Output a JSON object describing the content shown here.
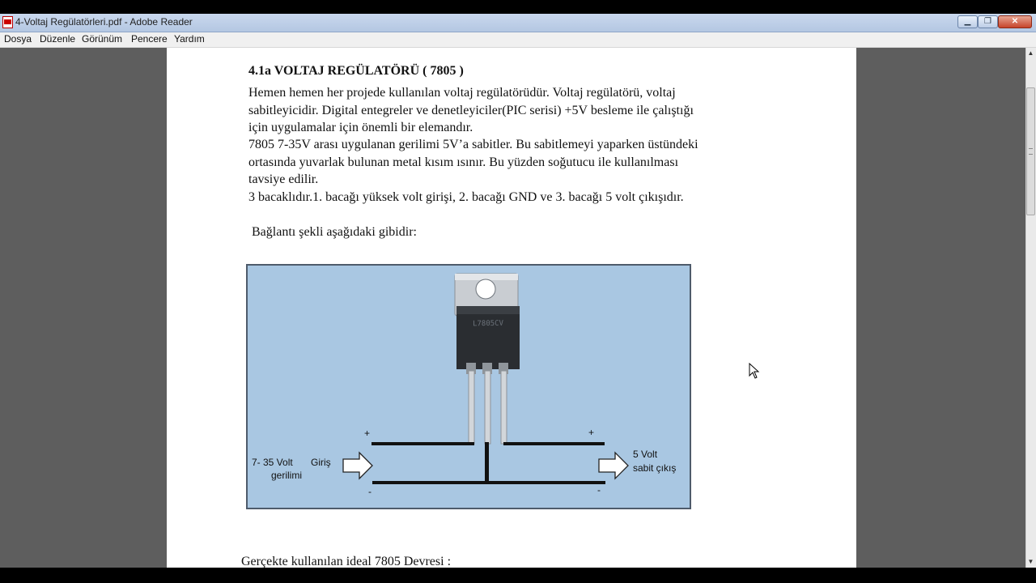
{
  "window": {
    "title": "4-Voltaj Regülatörleri.pdf - Adobe Reader",
    "min_symbol": "▁",
    "max_symbol": "❐",
    "close_symbol": "✕"
  },
  "menu": [
    "Dosya",
    "Düzenle",
    "Görünüm",
    "Pencere",
    "Yardım"
  ],
  "document": {
    "heading": "4.1a VOLTAJ REGÜLATÖRÜ ( 7805 )",
    "paragraph_lines": [
      "Hemen hemen her projede kullanılan voltaj regülatörüdür. Voltaj regülatörü, voltaj",
      "sabitleyicidir. Digital entegreler ve denetleyiciler(PIC serisi) +5V besleme ile çalıştığı",
      "için uygulamalar için önemli bir elemandır.",
      "7805  7-35V arası uygulanan gerilimi 5V’a sabitler. Bu sabitlemeyi yaparken üstündeki",
      "ortasında yuvarlak bulunan metal kısım ısınır. Bu yüzden soğutucu ile kullanılması",
      "tavsiye edilir.",
      "3 bacaklıdır.1. bacağı yüksek volt girişi, 2. bacağı GND ve 3. bacağı 5 volt çıkışıdır."
    ],
    "connection_text": "Bağlantı şekli aşağıdaki gibidir:",
    "ideal_text": "Gerçekte kullanılan ideal 7805 Devresi :"
  },
  "diagram": {
    "chip_marking": "L7805CV",
    "input_label_line1": "7- 35 Volt",
    "input_label_line2": "gerilimi",
    "input_word": "Giriş",
    "output_label_line1": "5 Volt",
    "output_label_line2": "sabit çıkış",
    "plus_sign": "+",
    "minus_sign": "-"
  },
  "scrollbar": {
    "up_symbol": "▲",
    "down_symbol": "▼"
  }
}
